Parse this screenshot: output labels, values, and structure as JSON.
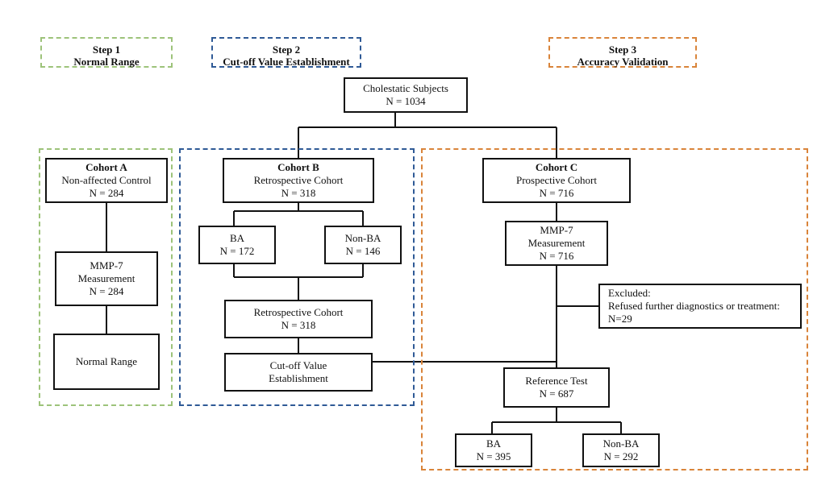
{
  "steps": {
    "step1": {
      "title": "Step 1",
      "subtitle": "Normal Range"
    },
    "step2": {
      "title": "Step 2",
      "subtitle": "Cut-off Value Establishment"
    },
    "step3": {
      "title": "Step 3",
      "subtitle": "Accuracy Validation"
    }
  },
  "nodes": {
    "cholestatic": {
      "line1": "Cholestatic Subjects",
      "line2": "N = 1034"
    },
    "cohort_a": {
      "title": "Cohort A",
      "line1": "Non-affected Control",
      "line2": "N = 284"
    },
    "mmp7_a": {
      "line1": "MMP-7",
      "line2": "Measurement",
      "line3": "N = 284"
    },
    "normal_range": {
      "line1": "Normal Range"
    },
    "cohort_b": {
      "title": "Cohort B",
      "line1": "Retrospective Cohort",
      "line2": "N = 318"
    },
    "ba_b": {
      "line1": "BA",
      "line2": "N = 172"
    },
    "nonba_b": {
      "line1": "Non-BA",
      "line2": "N = 146"
    },
    "retro_b": {
      "line1": "Retrospective Cohort",
      "line2": "N = 318"
    },
    "cutoff": {
      "line1": "Cut-off Value",
      "line2": "Establishment"
    },
    "cohort_c": {
      "title": "Cohort C",
      "line1": "Prospective Cohort",
      "line2": "N = 716"
    },
    "mmp7_c": {
      "line1": "MMP-7",
      "line2": "Measurement",
      "line3": "N = 716"
    },
    "excluded": {
      "line1": "Excluded:",
      "line2": "Refused further diagnostics or treatment:",
      "line3": "N=29"
    },
    "reference": {
      "line1": "Reference Test",
      "line2": "N = 687"
    },
    "ba_c": {
      "line1": "BA",
      "line2": "N = 395"
    },
    "nonba_c": {
      "line1": "Non-BA",
      "line2": "N = 292"
    }
  },
  "colors": {
    "green": "#9dc37a",
    "blue": "#2f5a96",
    "orange": "#d9843a",
    "line": "#111111"
  }
}
